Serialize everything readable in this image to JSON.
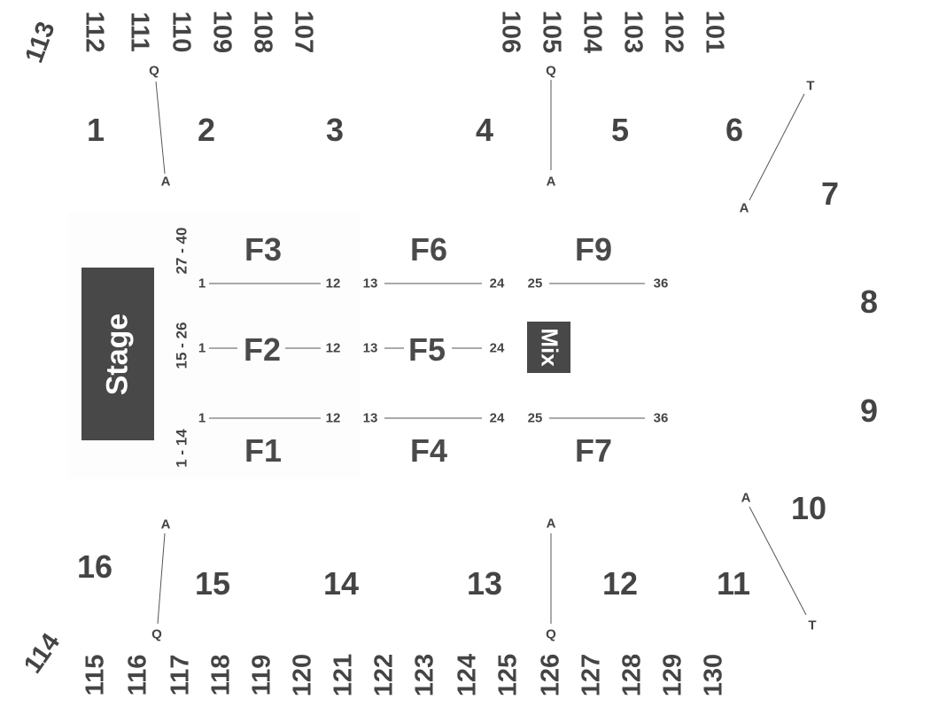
{
  "stage_label": "Stage",
  "mix_label": "Mix",
  "floor_sections": [
    "F1",
    "F2",
    "F3",
    "F4",
    "F5",
    "F6",
    "F7",
    "F9"
  ],
  "row_ranges": [
    "27 - 40",
    "15 - 26",
    "1 - 14"
  ],
  "seat_numbers": {
    "top_row": [
      "1",
      "12",
      "13",
      "24",
      "25",
      "36"
    ],
    "mid_row": [
      "1",
      "12",
      "13",
      "24"
    ],
    "bot_row": [
      "1",
      "12",
      "13",
      "24",
      "25",
      "36"
    ]
  },
  "upper_sections": [
    "1",
    "2",
    "3",
    "4",
    "5",
    "6",
    "7",
    "8",
    "9",
    "10",
    "11",
    "12",
    "13",
    "14",
    "15",
    "16"
  ],
  "top_columns_left": [
    "113",
    "112",
    "111",
    "110",
    "109",
    "108",
    "107"
  ],
  "top_columns_right": [
    "106",
    "105",
    "104",
    "103",
    "102",
    "101"
  ],
  "bottom_columns": [
    "114",
    "115",
    "116",
    "117",
    "118",
    "119",
    "120",
    "121",
    "122",
    "123",
    "124",
    "125",
    "126",
    "127",
    "128",
    "129",
    "130"
  ],
  "row_letters": {
    "q": "Q",
    "a": "A",
    "t": "T"
  }
}
